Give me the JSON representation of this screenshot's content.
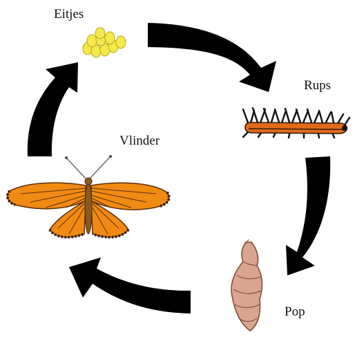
{
  "diagram": {
    "stages": {
      "eggs": {
        "label": "Eitjes"
      },
      "caterpillar": {
        "label": "Rups"
      },
      "pupa": {
        "label": "Pop"
      },
      "butterfly": {
        "label": "Vlinder"
      }
    },
    "colors": {
      "arrow": "#000000",
      "egg_fill": "#f5e84a",
      "egg_stroke": "#b6a61a",
      "caterpillar_body": "#e06a1a",
      "caterpillar_spines": "#151515",
      "pupa_fill": "#d9a58e",
      "pupa_stroke": "#7a4434",
      "wing_orange": "#f08a12",
      "wing_vein": "#5a2e08",
      "butterfly_body": "#8a5a1e"
    }
  }
}
